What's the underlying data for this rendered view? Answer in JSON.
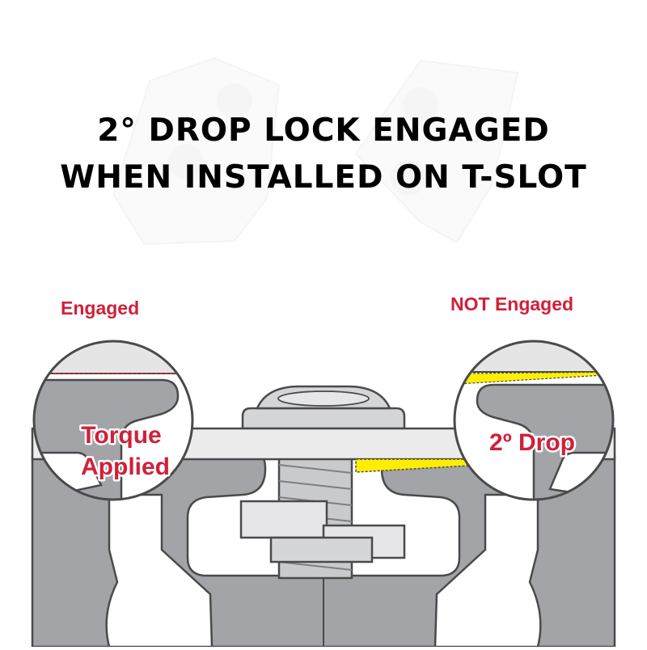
{
  "headline": {
    "line1": "2° DROP LOCK ENGAGED",
    "line2": "WHEN INSTALLED ON T-SLOT"
  },
  "labels": {
    "engaged": "Engaged",
    "not_engaged": "NOT Engaged",
    "torque_line1": "Torque",
    "torque_line2": "Applied",
    "drop": "2º Drop"
  },
  "colors": {
    "accent_red": "#d0203a",
    "highlight_yellow": "#ffee00",
    "profile_gray": "#a2a4a7",
    "outline": "#4a4a4a",
    "plate_fill": "#ececec",
    "background": "#ffffff"
  }
}
